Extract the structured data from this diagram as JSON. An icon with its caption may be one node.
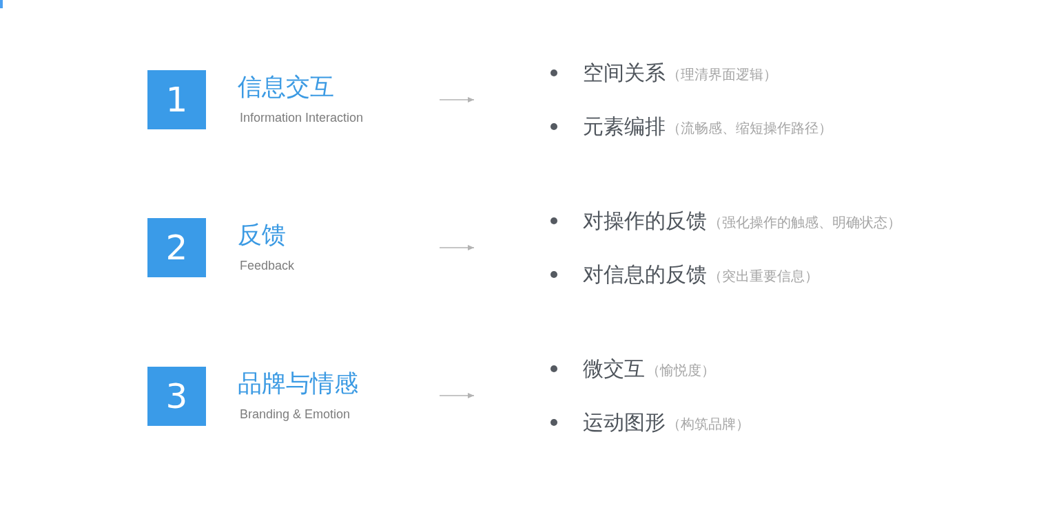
{
  "diagram": {
    "nodes": [
      {
        "text": [
          "1"
        ]
      },
      {
        "text": [
          "信息交互",
          "Information Interaction"
        ]
      },
      {
        "text": [
          "空间关系",
          "（理清界面逻辑）",
          "元素编排",
          "（流畅感、缩短操作路径）"
        ]
      },
      {
        "text": [
          "2"
        ]
      },
      {
        "text": [
          "反馈",
          "Feedback"
        ]
      },
      {
        "text": [
          "对操作的反馈",
          "（强化操作的触感、明确状态）",
          "对信息的反馈",
          "（突出重要信息）"
        ]
      },
      {
        "text": [
          "3"
        ]
      },
      {
        "text": [
          "品牌与情感",
          "Branding & Emotion"
        ]
      },
      {
        "text": [
          "微交互",
          "（愉悦度）",
          "运动图形",
          "（构筑品牌）"
        ]
      }
    ]
  }
}
